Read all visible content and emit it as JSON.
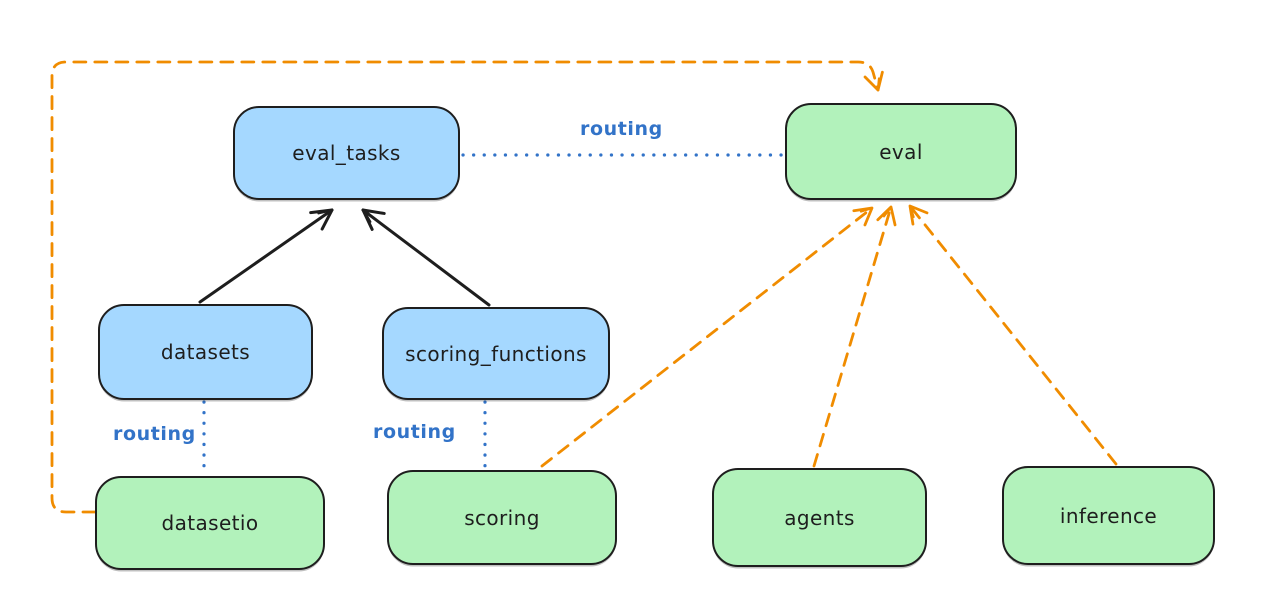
{
  "diagram": {
    "type": "architecture-diagram",
    "nodes": {
      "eval_tasks": "eval_tasks",
      "eval": "eval",
      "datasets": "datasets",
      "scoring_functions": "scoring_functions",
      "datasetio": "datasetio",
      "scoring": "scoring",
      "agents": "agents",
      "inference": "inference"
    },
    "edge_labels": {
      "eval_tasks_eval": "routing",
      "datasets_datasetio": "routing",
      "scoring_functions_scoring": "routing"
    },
    "edges": [
      {
        "from": "datasets",
        "to": "eval_tasks",
        "style": "solid-black-arrow"
      },
      {
        "from": "scoring_functions",
        "to": "eval_tasks",
        "style": "solid-black-arrow"
      },
      {
        "from": "eval_tasks",
        "to": "eval",
        "style": "blue-dotted",
        "label": "routing"
      },
      {
        "from": "datasets",
        "to": "datasetio",
        "style": "blue-dotted",
        "label": "routing"
      },
      {
        "from": "scoring_functions",
        "to": "scoring",
        "style": "blue-dotted",
        "label": "routing"
      },
      {
        "from": "scoring",
        "to": "eval",
        "style": "orange-dashed-arrow"
      },
      {
        "from": "agents",
        "to": "eval",
        "style": "orange-dashed-arrow"
      },
      {
        "from": "inference",
        "to": "eval",
        "style": "orange-dashed-arrow"
      },
      {
        "from": "datasetio",
        "to": "eval",
        "style": "orange-dashed-arrow",
        "route": "around-left-and-top"
      }
    ],
    "colors": {
      "box_blue_fill": "#a5d8ff",
      "box_green_fill": "#b2f2bb",
      "box_stroke": "#1e1e1e",
      "routing_blue": "#3273c8",
      "orange": "#f08c00",
      "background": "#ffffff"
    }
  }
}
